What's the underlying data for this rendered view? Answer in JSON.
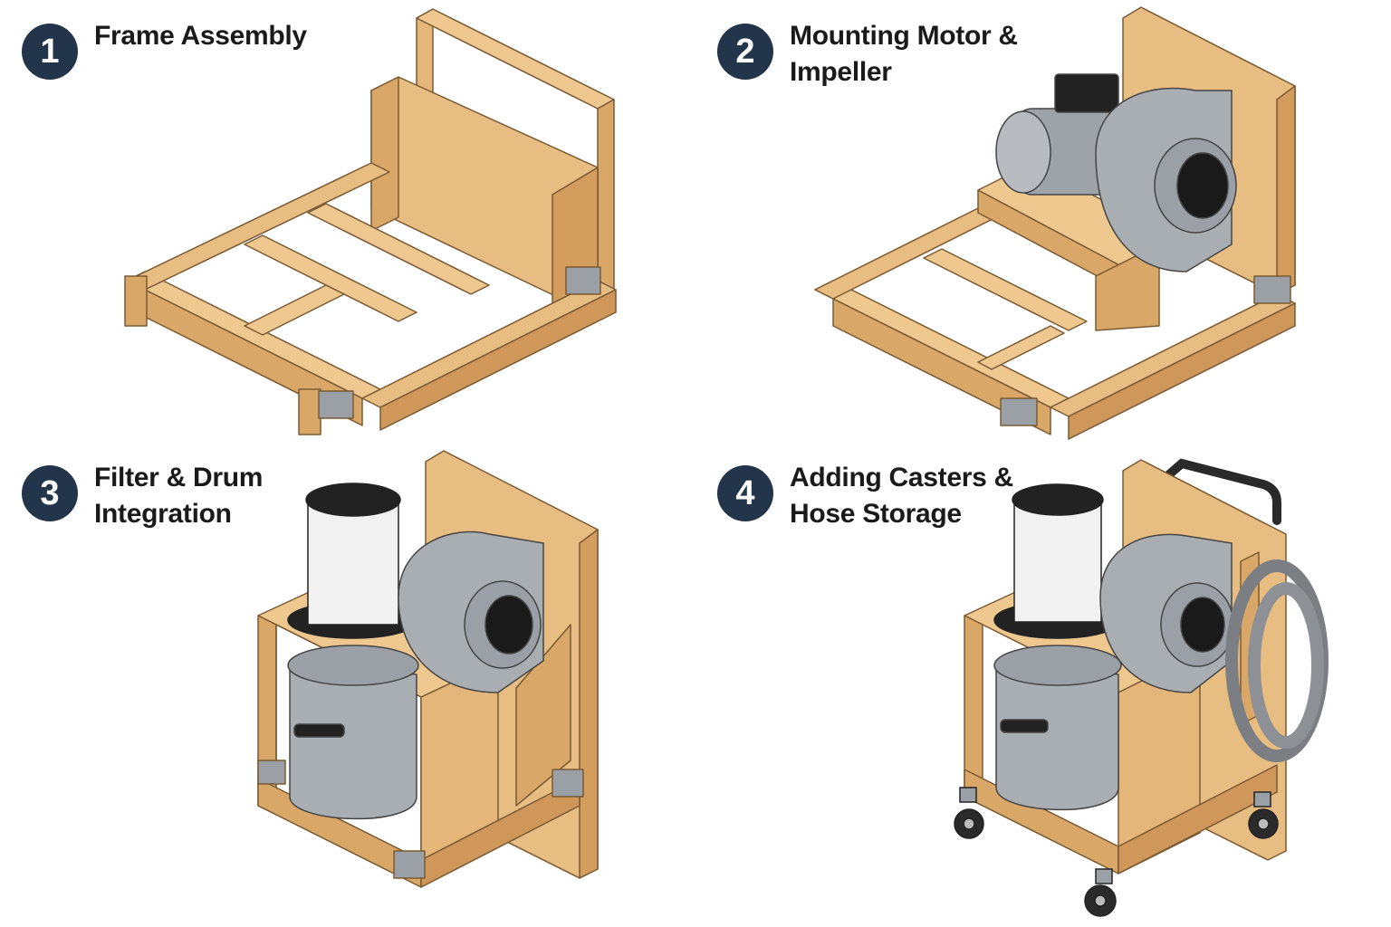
{
  "colors": {
    "badge": "#22354a",
    "wood": "#e4b67a",
    "wood_dark": "#c68a4c",
    "metal": "#a9aeb3",
    "metal_dark": "#6e7479",
    "filter": "#f2f2f2"
  },
  "steps": [
    {
      "number": "1",
      "title": "Frame Assembly"
    },
    {
      "number": "2",
      "title": "Mounting Motor &\nImpeller"
    },
    {
      "number": "3",
      "title": "Filter & Drum\nIntegration"
    },
    {
      "number": "4",
      "title": "Adding Casters &\nHose Storage"
    }
  ]
}
